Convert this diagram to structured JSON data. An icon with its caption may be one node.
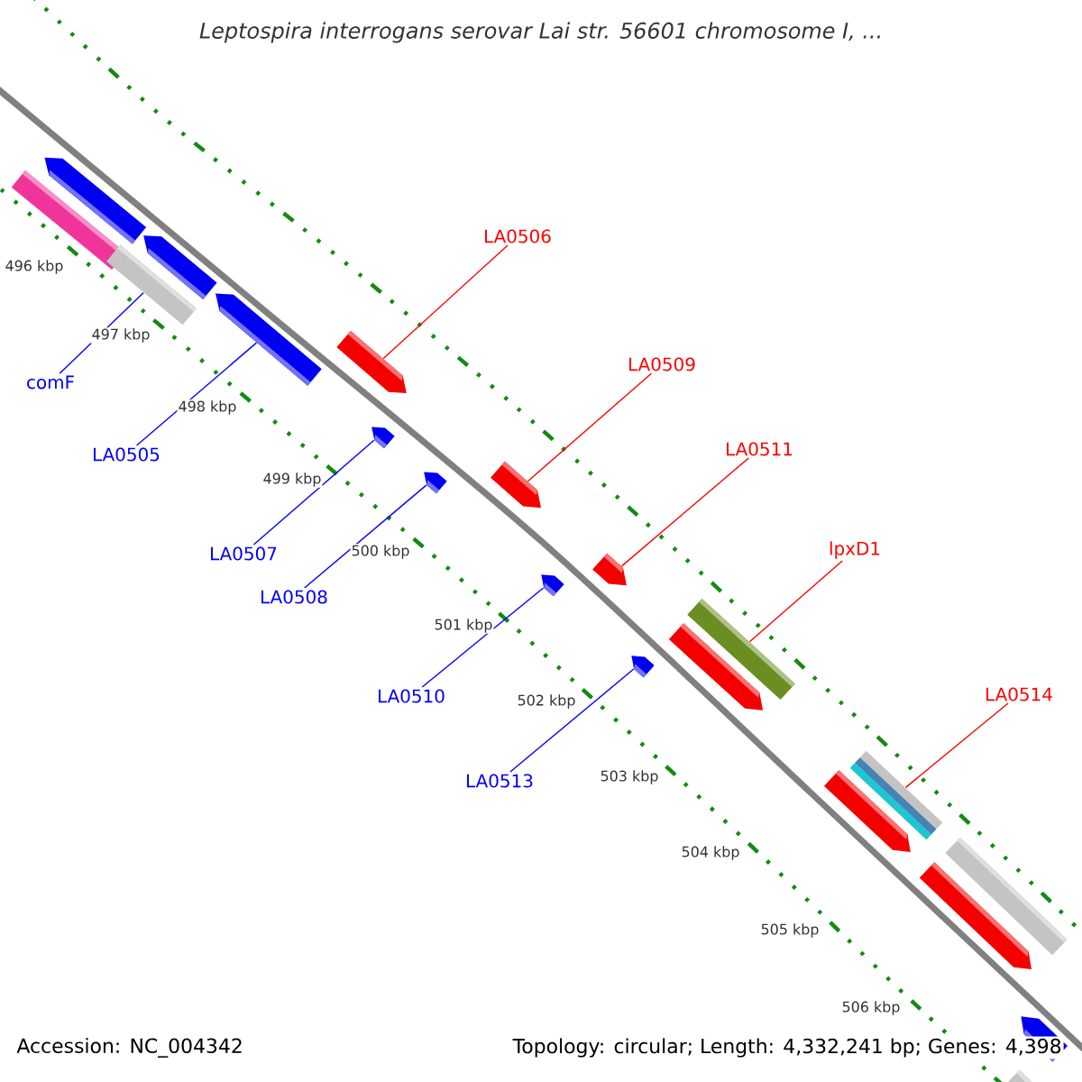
{
  "diagram": {
    "title": "Leptospira interrogans serovar Lai str. 56601 chromosome I, ...",
    "nodes": [
      {
        "text": [
          "LA0506"
        ]
      },
      {
        "text": [
          "LA0509"
        ]
      },
      {
        "text": [
          "comF"
        ]
      },
      {
        "text": [
          "LA0511"
        ]
      },
      {
        "text": [
          "LA0505"
        ]
      },
      {
        "text": [
          "lpxD1"
        ]
      },
      {
        "text": [
          "LA0507"
        ]
      },
      {
        "text": [
          "LA0508"
        ]
      },
      {
        "text": [
          "LA0510"
        ]
      },
      {
        "text": [
          "LA0514"
        ]
      },
      {
        "text": [
          "LA0513"
        ]
      },
      {
        "text": [],
        "shape": "bar"
      },
      {
        "text": [],
        "shape": "arrow"
      },
      {
        "text": [],
        "shape": "bar"
      },
      {
        "text": [],
        "shape": "arrow"
      },
      {
        "text": [],
        "shape": "arrow"
      },
      {
        "text": [],
        "shape": "arrow"
      },
      {
        "text": [],
        "shape": "arrow"
      },
      {
        "text": [],
        "shape": "arrow"
      },
      {
        "text": [],
        "shape": "arrow"
      },
      {
        "text": [],
        "shape": "arrow"
      },
      {
        "text": [],
        "shape": "arrow"
      },
      {
        "text": [],
        "shape": "arrow"
      },
      {
        "text": [],
        "shape": "bar"
      },
      {
        "text": [],
        "shape": "arrow"
      },
      {
        "text": [],
        "shape": "bar"
      },
      {
        "text": [],
        "shape": "arrow"
      },
      {
        "text": [],
        "shape": "arrow"
      },
      {
        "text": [],
        "shape": "bar"
      },
      {
        "text": [],
        "shape": "arrow"
      },
      {
        "text": [],
        "shape": "bar"
      }
    ],
    "edges": [
      {
        "from": 0,
        "to": 16,
        "arrow": "none",
        "color": "#ff0000"
      },
      {
        "from": 1,
        "to": 19,
        "arrow": "none",
        "color": "#ff0000"
      },
      {
        "from": 2,
        "to": 13,
        "arrow": "none"
      },
      {
        "from": 3,
        "to": 21,
        "arrow": "none",
        "color": "#ff0000"
      },
      {
        "from": 4,
        "to": 15,
        "arrow": "none"
      },
      {
        "from": 5,
        "to": 23,
        "arrow": "none",
        "color": "#ff0000"
      },
      {
        "from": 6,
        "to": 17,
        "arrow": "none"
      },
      {
        "from": 7,
        "to": 18,
        "arrow": "none"
      },
      {
        "from": 8,
        "to": 20,
        "arrow": "none"
      },
      {
        "from": 9,
        "to": 25,
        "arrow": "none",
        "color": "#ff0000"
      },
      {
        "from": 10,
        "to": 22,
        "arrow": "none"
      }
    ],
    "labels": [
      "496 kbp",
      "497 kbp",
      "498 kbp",
      "499 kbp",
      "500 kbp",
      "501 kbp",
      "502 kbp",
      "503 kbp",
      "504 kbp",
      "505 kbp",
      "506 kbp",
      "Accession: NC_004342",
      "Topology: circular; Length: 4,332,241 bp; Genes: 4,398"
    ]
  }
}
